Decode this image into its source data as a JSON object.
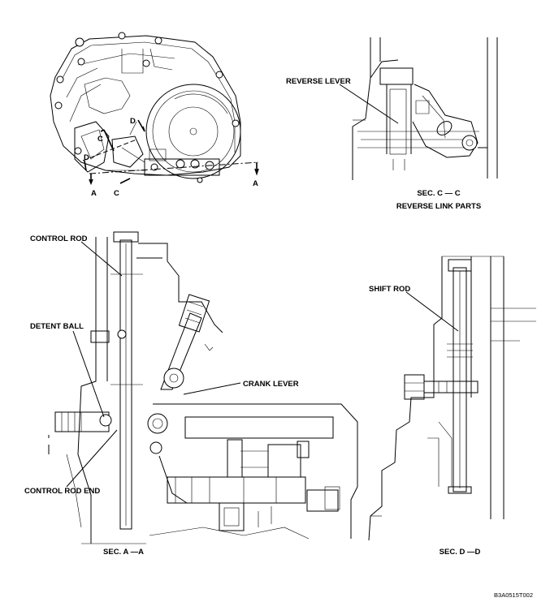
{
  "figure_code": "B3A0515T002",
  "top_left": {
    "section_markers": {
      "a_left": "A",
      "a_right": "A",
      "c": "C",
      "c_lower": "C",
      "d_upper": "D",
      "d_left": "D"
    }
  },
  "top_right": {
    "callouts": {
      "reverse_lever": "REVERSE LEVER"
    },
    "caption_line1": "SEC. C — C",
    "caption_line2": "REVERSE LINK PARTS"
  },
  "bottom_left": {
    "callouts": {
      "control_rod": "CONTROL ROD",
      "detent_ball": "DETENT BALL",
      "crank_lever": "CRANK LEVER",
      "control_rod_end": "CONTROL ROD END"
    },
    "caption": "SEC. A —A"
  },
  "bottom_right": {
    "callouts": {
      "shift_rod": "SHIFT ROD"
    },
    "caption": "SEC. D —D"
  }
}
